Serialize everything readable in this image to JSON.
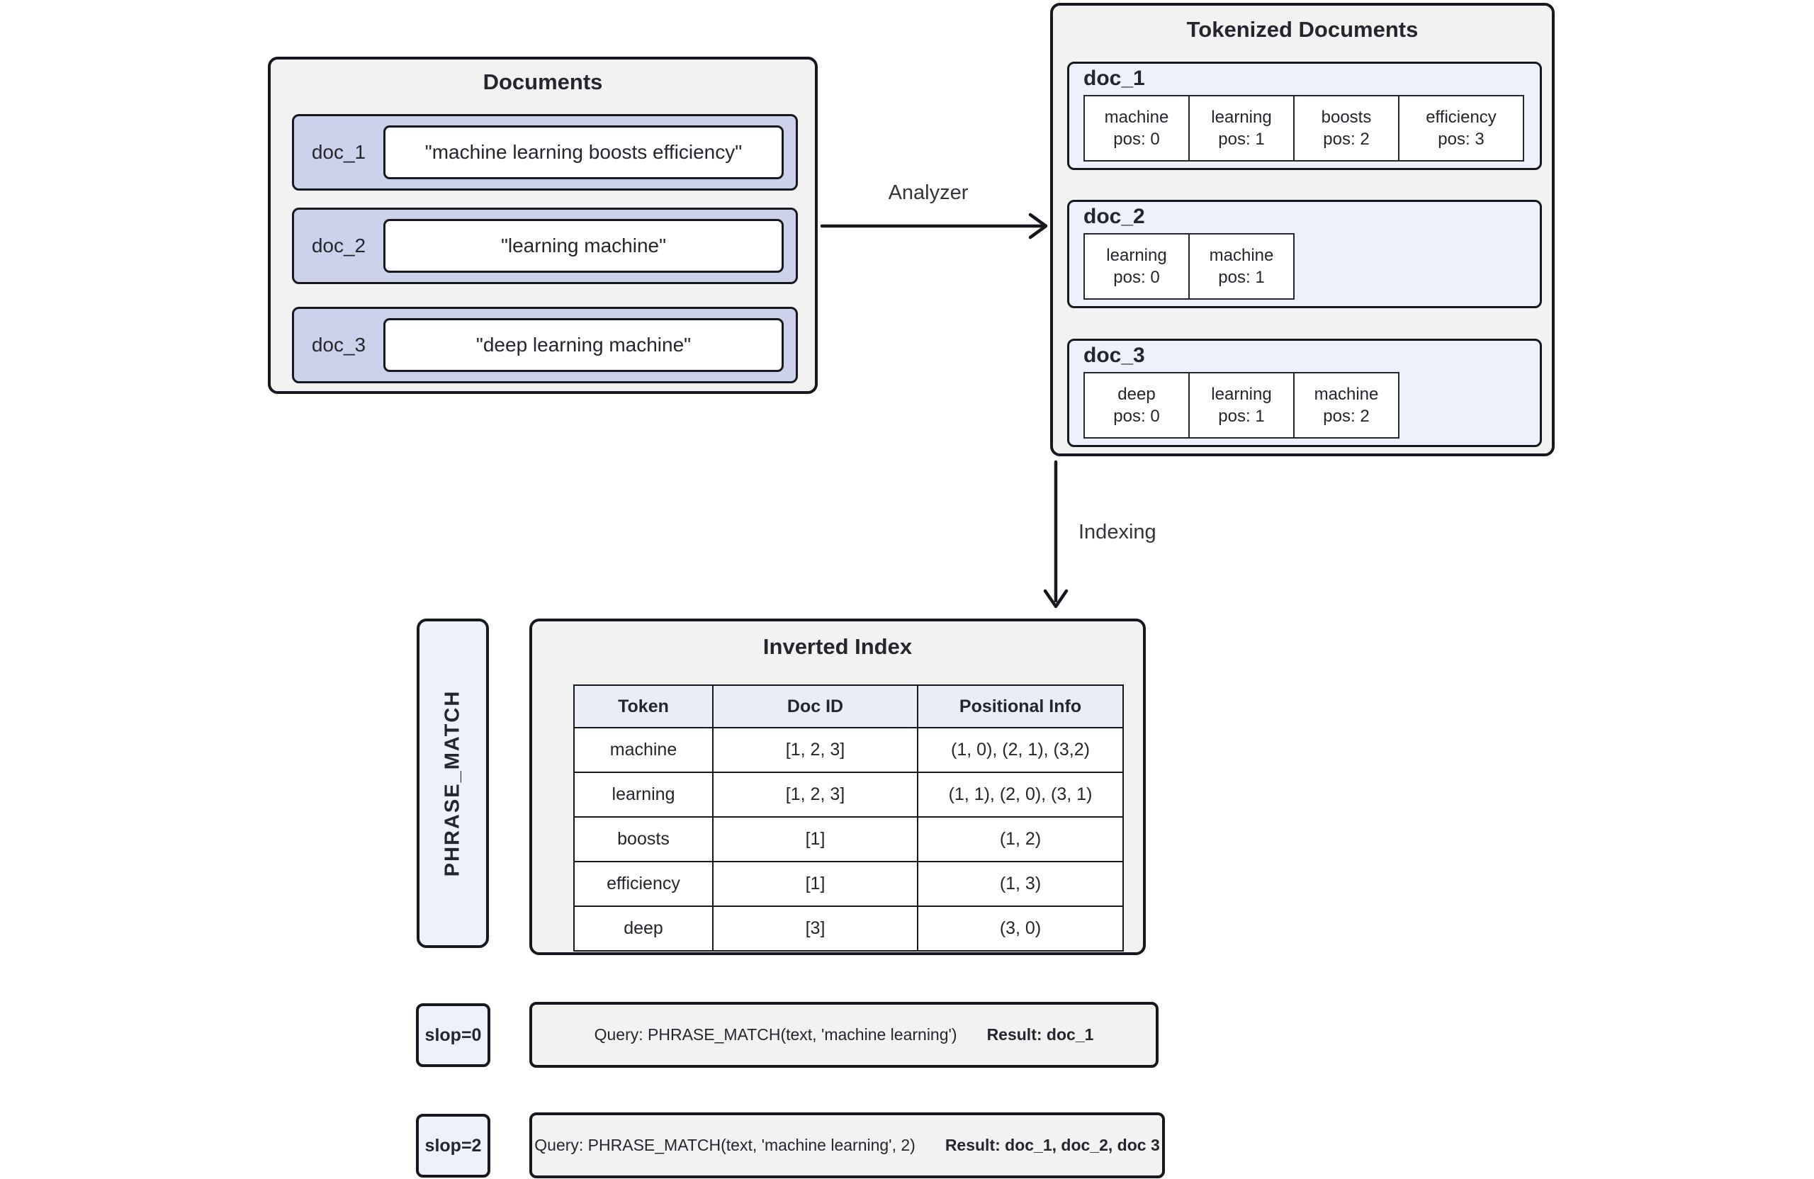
{
  "colors": {
    "canvas_bg": "#ffffff",
    "box_bg": "#f2f2f2",
    "doc_row_bg": "#ccd2ec",
    "panel_bg": "#edf1fb",
    "table_header_bg": "#e8edf8",
    "border": "#16181d",
    "text": "#24262d"
  },
  "documents": {
    "title": "Documents",
    "rows": [
      {
        "id": "doc_1",
        "text": "\"machine learning boosts efficiency\""
      },
      {
        "id": "doc_2",
        "text": "\"learning machine\""
      },
      {
        "id": "doc_3",
        "text": "\"deep learning machine\""
      }
    ]
  },
  "analyzer": {
    "label": "Analyzer"
  },
  "tokenized": {
    "title": "Tokenized Documents",
    "docs": [
      {
        "id": "doc_1",
        "tokens": [
          {
            "term": "machine",
            "pos": "pos: 0"
          },
          {
            "term": "learning",
            "pos": "pos: 1"
          },
          {
            "term": "boosts",
            "pos": "pos: 2"
          },
          {
            "term": "efficiency",
            "pos": "pos: 3"
          }
        ]
      },
      {
        "id": "doc_2",
        "tokens": [
          {
            "term": "learning",
            "pos": "pos: 0"
          },
          {
            "term": "machine",
            "pos": "pos: 1"
          }
        ]
      },
      {
        "id": "doc_3",
        "tokens": [
          {
            "term": "deep",
            "pos": "pos: 0"
          },
          {
            "term": "learning",
            "pos": "pos: 1"
          },
          {
            "term": "machine",
            "pos": "pos: 2"
          }
        ]
      }
    ]
  },
  "indexing": {
    "label": "Indexing"
  },
  "phrase_match": {
    "label": "PHRASE_MATCH"
  },
  "inverted_index": {
    "title": "Inverted Index",
    "headers": [
      "Token",
      "Doc ID",
      "Positional Info"
    ],
    "rows": [
      [
        "machine",
        "[1, 2, 3]",
        "(1, 0), (2, 1), (3,2)"
      ],
      [
        "learning",
        "[1, 2, 3]",
        "(1, 1), (2, 0), (3, 1)"
      ],
      [
        "boosts",
        "[1]",
        "(1, 2)"
      ],
      [
        "efficiency",
        "[1]",
        "(1, 3)"
      ],
      [
        "deep",
        "[3]",
        "(3, 0)"
      ]
    ]
  },
  "queries": [
    {
      "slop": "slop=0",
      "query": "Query: PHRASE_MATCH(text, 'machine learning')",
      "result": "Result: doc_1"
    },
    {
      "slop": "slop=2",
      "query": "Query: PHRASE_MATCH(text, 'machine learning', 2)",
      "result": "Result: doc_1, doc_2, doc 3"
    }
  ]
}
